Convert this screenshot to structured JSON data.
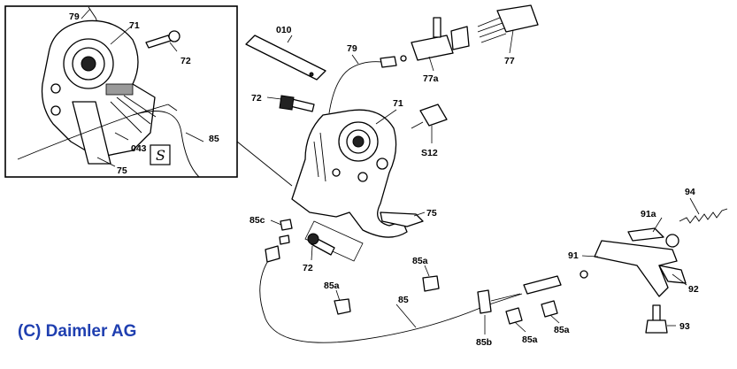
{
  "copyright": "(C) Daimler AG",
  "labels": {
    "inset_79": "79",
    "inset_71": "71",
    "inset_72": "72",
    "inset_043": "043",
    "inset_85": "85",
    "inset_75": "75",
    "main_010": "010",
    "main_79": "79",
    "main_77a": "77a",
    "main_77": "77",
    "main_72_top": "72",
    "main_71": "71",
    "main_S12": "S12",
    "main_75": "75",
    "main_85c": "85c",
    "main_72_bottom": "72",
    "main_85a_1": "85a",
    "main_85a_2": "85a",
    "main_85": "85",
    "main_85b": "85b",
    "main_85a_3": "85a",
    "main_85a_4": "85a",
    "main_94": "94",
    "main_91a": "91a",
    "main_91": "91",
    "main_92": "92",
    "main_93": "93"
  }
}
